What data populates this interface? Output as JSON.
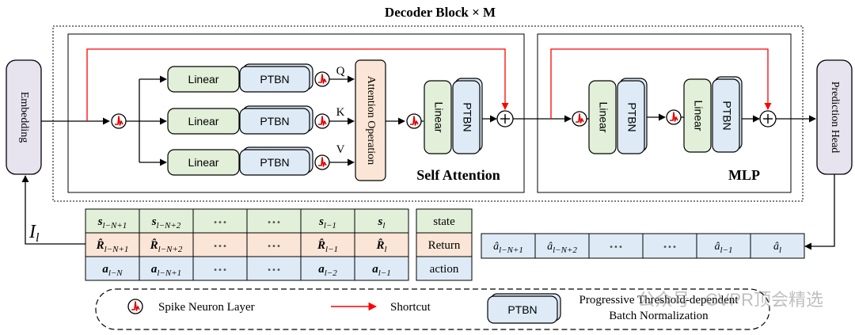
{
  "title": "Decoder Block × M",
  "blocks": {
    "embedding": "Embedding",
    "prediction_head": "Prediction Head",
    "linear": "Linear",
    "ptbn": "PTBN",
    "attention_op": "Attention Operation",
    "self_attention": "Self Attention",
    "mlp": "MLP"
  },
  "qkv": [
    "Q",
    "K",
    "V"
  ],
  "input_label": "I",
  "input_sub": "l",
  "sequence_table": {
    "row_labels": [
      "state",
      "Return",
      "action"
    ],
    "rows": [
      [
        "s_{l−N+1}",
        "s_{l−N+2}",
        "•••",
        "•••",
        "s_{l−1}",
        "s_l"
      ],
      [
        "R̂_{l−N+1}",
        "R̂_{l−N+2}",
        "•••",
        "•••",
        "R̂_{l−1}",
        "R̂_l"
      ],
      [
        "a_{l−N}",
        "a_{l−N+1}",
        "•••",
        "•••",
        "a_{l−2}",
        "a_{l−1}"
      ]
    ],
    "row_colors": [
      "#e2efd9",
      "#fbe5d6",
      "#deebf7"
    ]
  },
  "output_row": [
    "â_{l−N+1}",
    "â_{l−N+2}",
    "•••",
    "•••",
    "â_{l−1}",
    "â_l"
  ],
  "legend": {
    "spike": "Spike Neuron Layer",
    "shortcut": "Shortcut",
    "ptbn_desc_line1": "Progressive Threshold-dependent",
    "ptbn_desc_line2": "Batch Normalization"
  },
  "watermark": "公众号 · CVPR顶会精选",
  "colors": {
    "linear_fill": "#e2efd9",
    "ptbn_fill": "#deebf7",
    "attention_fill": "#fbe5d6",
    "side_block_fill": "#e7e3ef",
    "shortcut": "#ff0000",
    "output_fill": "#deebf7"
  }
}
